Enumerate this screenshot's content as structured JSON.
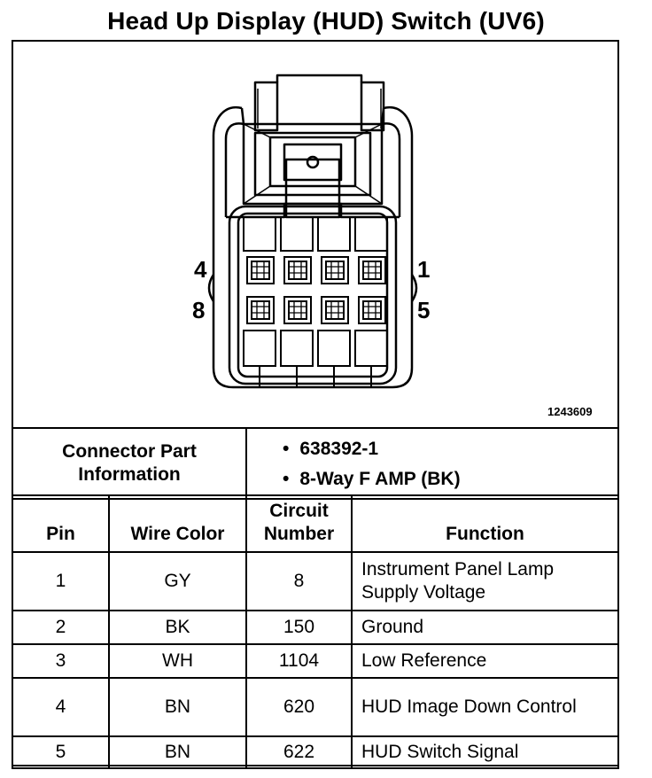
{
  "title": "Head Up Display (HUD) Switch (UV6)",
  "diagram": {
    "pin_labels": {
      "top_left": "4",
      "top_right": "1",
      "bottom_left": "8",
      "bottom_right": "5"
    },
    "figure_number": "1243609"
  },
  "connector_info": {
    "label": "Connector Part Information",
    "values": [
      "638392-1",
      "8-Way F AMP (BK)"
    ]
  },
  "table": {
    "headers": {
      "pin": "Pin",
      "wire_color": "Wire Color",
      "circuit_number": "Circuit Number",
      "function": "Function"
    },
    "rows": [
      {
        "pin": "1",
        "wire_color": "GY",
        "circuit": "8",
        "function": "Instrument Panel Lamp Supply Voltage"
      },
      {
        "pin": "2",
        "wire_color": "BK",
        "circuit": "150",
        "function": "Ground"
      },
      {
        "pin": "3",
        "wire_color": "WH",
        "circuit": "1104",
        "function": "Low Reference"
      },
      {
        "pin": "4",
        "wire_color": "BN",
        "circuit": "620",
        "function": "HUD Image Down Control"
      },
      {
        "pin": "5",
        "wire_color": "BN",
        "circuit": "622",
        "function": "HUD Switch Signal"
      }
    ]
  }
}
